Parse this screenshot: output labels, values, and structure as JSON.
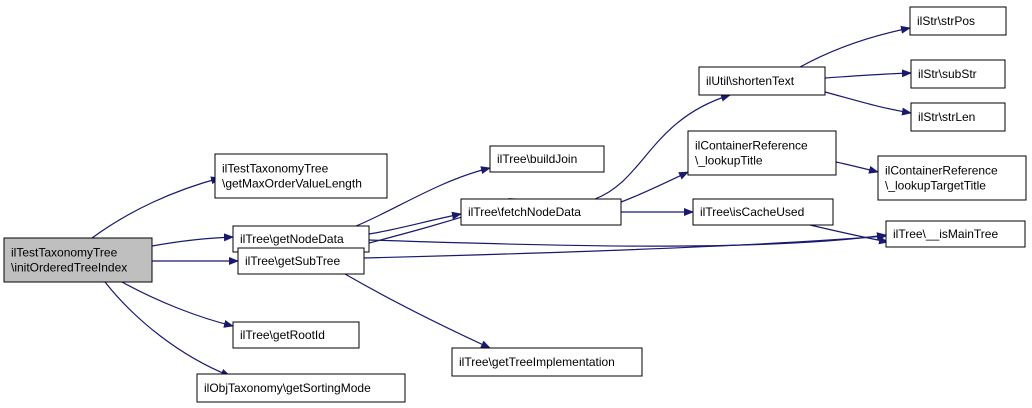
{
  "colors": {
    "edge": "#191970",
    "node_fill": "#ffffff",
    "root_fill": "#bfbfbf",
    "node_border": "#000000",
    "text": "#000000"
  },
  "nodes": [
    {
      "id": "root",
      "lines": [
        "ilTestTaxonomyTree",
        "\\initOrderedTreeIndex"
      ],
      "root": true
    },
    {
      "id": "getMaxOrderValueLength",
      "lines": [
        "ilTestTaxonomyTree",
        "\\getMaxOrderValueLength"
      ]
    },
    {
      "id": "getNodeData",
      "lines": [
        "ilTree\\getNodeData"
      ]
    },
    {
      "id": "getSubTree",
      "lines": [
        "ilTree\\getSubTree"
      ]
    },
    {
      "id": "getRootId",
      "lines": [
        "ilTree\\getRootId"
      ]
    },
    {
      "id": "getSortingMode",
      "lines": [
        "ilObjTaxonomy\\getSortingMode"
      ]
    },
    {
      "id": "buildJoin",
      "lines": [
        "ilTree\\buildJoin"
      ]
    },
    {
      "id": "fetchNodeData",
      "lines": [
        "ilTree\\fetchNodeData"
      ]
    },
    {
      "id": "getTreeImplementation",
      "lines": [
        "ilTree\\getTreeImplementation"
      ]
    },
    {
      "id": "shortenText",
      "lines": [
        "ilUtil\\shortenText"
      ]
    },
    {
      "id": "lookupTitle",
      "lines": [
        "ilContainerReference",
        "\\_lookupTitle"
      ]
    },
    {
      "id": "isCacheUsed",
      "lines": [
        "ilTree\\isCacheUsed"
      ]
    },
    {
      "id": "isMainTree",
      "lines": [
        "ilTree\\__isMainTree"
      ]
    },
    {
      "id": "strPos",
      "lines": [
        "ilStr\\strPos"
      ]
    },
    {
      "id": "subStr",
      "lines": [
        "ilStr\\subStr"
      ]
    },
    {
      "id": "strLen",
      "lines": [
        "ilStr\\strLen"
      ]
    },
    {
      "id": "lookupTargetTitle",
      "lines": [
        "ilContainerReference",
        "\\_lookupTargetTitle"
      ]
    }
  ],
  "edges": [
    {
      "from": "root",
      "to": "getMaxOrderValueLength"
    },
    {
      "from": "root",
      "to": "getNodeData"
    },
    {
      "from": "root",
      "to": "getSubTree"
    },
    {
      "from": "root",
      "to": "getRootId"
    },
    {
      "from": "root",
      "to": "getSortingMode"
    },
    {
      "from": "getNodeData",
      "to": "buildJoin"
    },
    {
      "from": "getNodeData",
      "to": "fetchNodeData"
    },
    {
      "from": "getNodeData",
      "to": "isMainTree"
    },
    {
      "from": "getSubTree",
      "to": "fetchNodeData"
    },
    {
      "from": "getSubTree",
      "to": "getTreeImplementation"
    },
    {
      "from": "getSubTree",
      "to": "isMainTree"
    },
    {
      "from": "fetchNodeData",
      "to": "shortenText"
    },
    {
      "from": "fetchNodeData",
      "to": "lookupTitle"
    },
    {
      "from": "fetchNodeData",
      "to": "isCacheUsed"
    },
    {
      "from": "shortenText",
      "to": "strPos"
    },
    {
      "from": "shortenText",
      "to": "subStr"
    },
    {
      "from": "shortenText",
      "to": "strLen"
    },
    {
      "from": "lookupTitle",
      "to": "lookupTargetTitle"
    },
    {
      "from": "isCacheUsed",
      "to": "isMainTree"
    }
  ]
}
